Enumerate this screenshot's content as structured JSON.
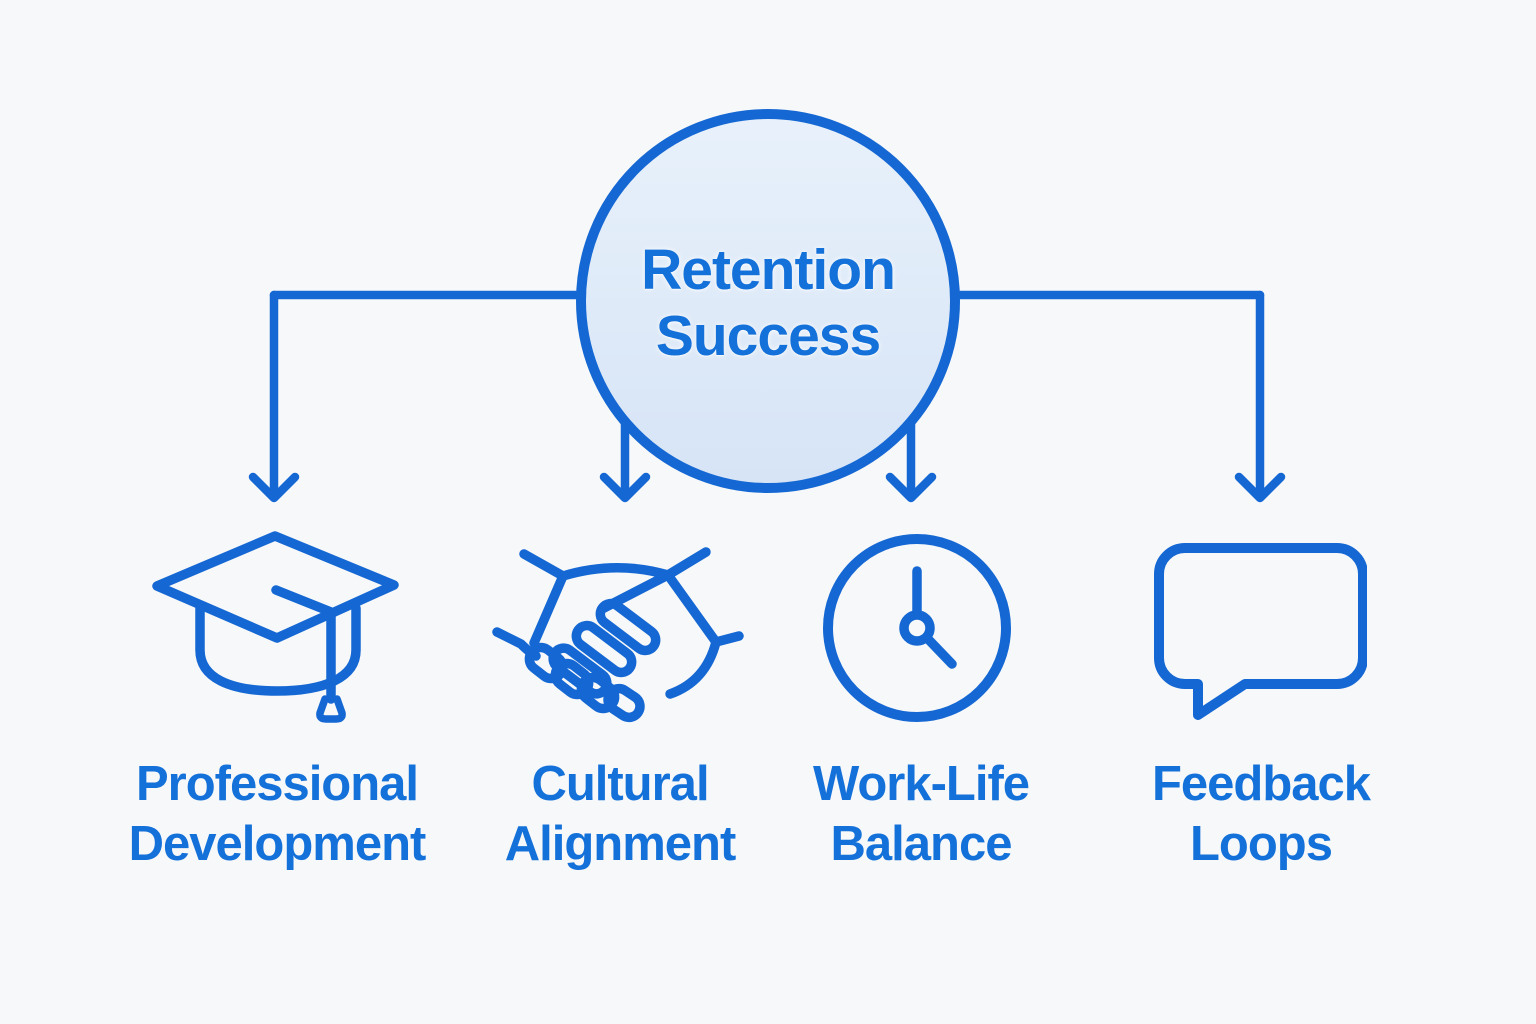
{
  "colors": {
    "background": "#f7f8f9",
    "stroke_blue": "#1568d3",
    "text_blue": "#1471d9",
    "circle_top": "#e8f1fb",
    "circle_bottom": "#d6e4f6"
  },
  "root": {
    "label": "Retention Success",
    "lines": [
      "Retention",
      "Success"
    ]
  },
  "branches": [
    {
      "label": "Professional Development",
      "lines": [
        "Professional",
        "Development"
      ],
      "icon": "graduation-cap-icon"
    },
    {
      "label": "Cultural Alignment",
      "lines": [
        "Cultural",
        "Alignment"
      ],
      "icon": "handshake-icon"
    },
    {
      "label": "Work-Life Balance",
      "lines": [
        "Work-Life",
        "Balance"
      ],
      "icon": "clock-icon"
    },
    {
      "label": "Feedback Loops",
      "lines": [
        "Feedback",
        "Loops"
      ],
      "icon": "speech-bubble-icon"
    }
  ]
}
